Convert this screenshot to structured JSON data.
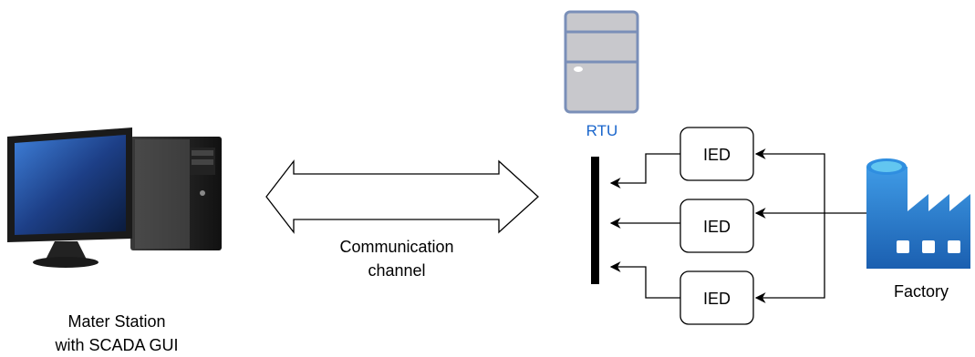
{
  "master_station": {
    "line1": "Mater Station",
    "line2": "with SCADA GUI"
  },
  "channel": {
    "line1": "Communication",
    "line2": "channel"
  },
  "rtu": {
    "label": "RTU"
  },
  "ieds": [
    {
      "label": "IED"
    },
    {
      "label": "IED"
    },
    {
      "label": "IED"
    }
  ],
  "factory": {
    "label": "Factory"
  },
  "colors": {
    "rtu_label": "#1a66cc",
    "rtu_fill": "#c8c8cc",
    "rtu_stroke": "#7a8fb8",
    "factory_blue": "#2a7fd4",
    "factory_dark": "#1b5fb0",
    "factory_light": "#62c6f0"
  }
}
